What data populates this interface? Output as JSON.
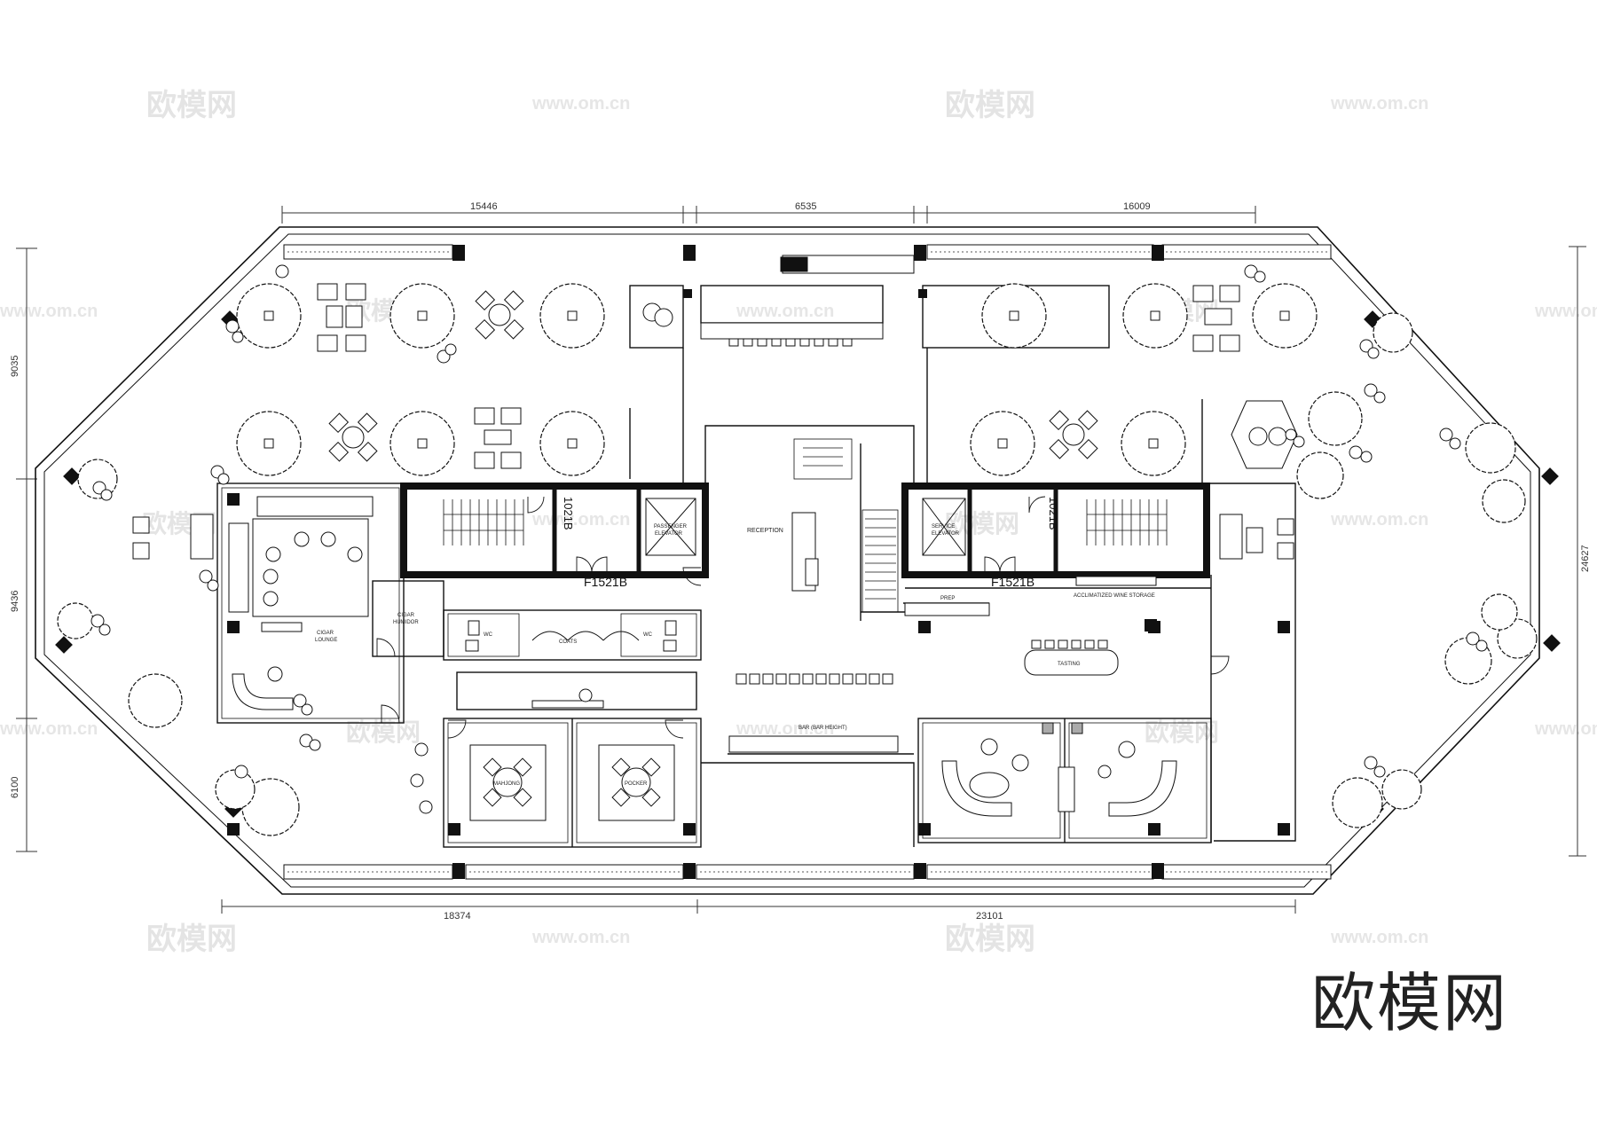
{
  "watermark": {
    "brand": "欧模网",
    "url": "www.om.cn"
  },
  "dimensions": {
    "top": [
      "15446",
      "6535",
      "16009"
    ],
    "bottom": [
      "18374",
      "23101"
    ],
    "left": [
      "9035",
      "9436",
      "6100"
    ],
    "right": [
      "24627"
    ]
  },
  "rooms": {
    "reception": "RECEPTION",
    "passenger_elevator": [
      "PASSENGER",
      "ELEVATOR"
    ],
    "service_elevator": [
      "SERVICE",
      "ELEVATOR"
    ],
    "cigar_lounge": [
      "CIGAR",
      "LOUNGE"
    ],
    "cigar_humidor": [
      "CIGAR",
      "HUMIDOR"
    ],
    "wc": "WC",
    "coats": "COATS",
    "mahjong": "MAHJONG",
    "pocker": "POCKER",
    "bar": "BAR (BAR HEIGHT)",
    "prep": "PREP",
    "tasting": "TASTING",
    "wine_storage": "ACCLIMATIZED WINE STORAGE"
  },
  "door_tags": [
    "F1521B",
    "F1521B",
    "1021B",
    "1021B"
  ]
}
